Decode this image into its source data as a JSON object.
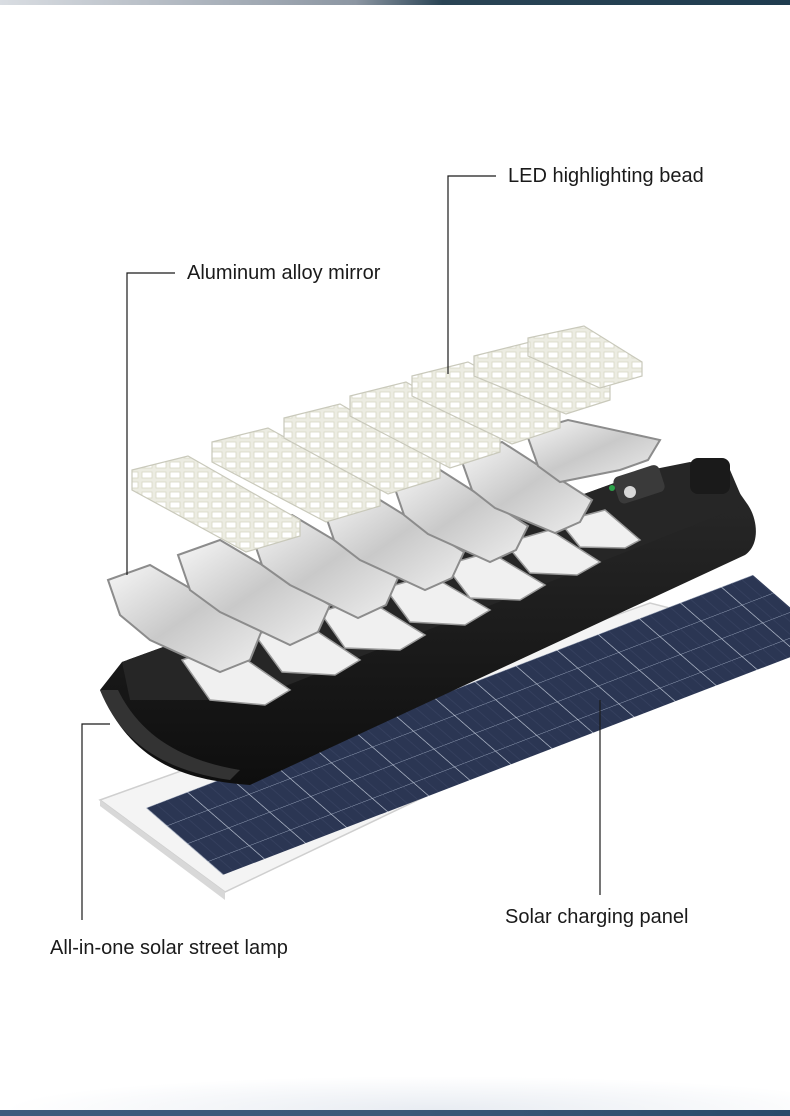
{
  "labels": {
    "led_bead": "LED highlighting bead",
    "mirror": "Aluminum alloy mirror",
    "solar_panel": "Solar charging panel",
    "lamp": "All-in-one solar street lamp"
  },
  "colors": {
    "lamp_body": "#1b1b1b",
    "panel_cell": "#2a3550",
    "panel_frame": "#f4f4f4",
    "led_board": "#f2f2ea",
    "led_chip": "#ffffff",
    "leader_line": "#1a1a1a",
    "accent_bar": "#2a4a6a"
  }
}
